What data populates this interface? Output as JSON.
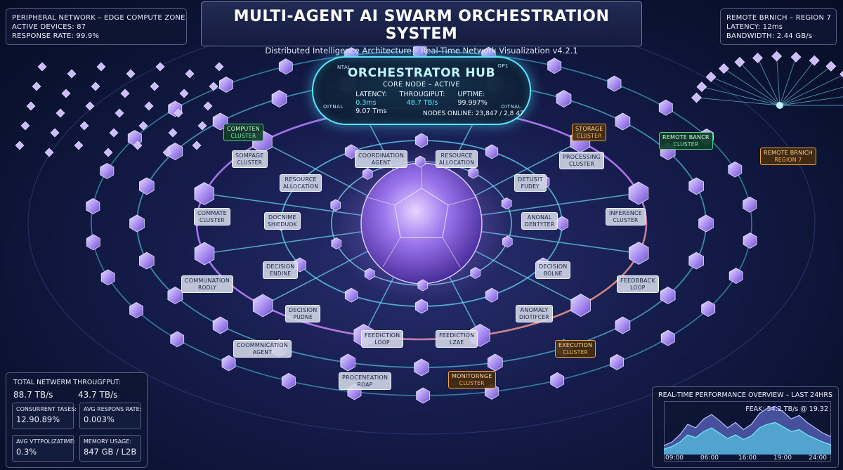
{
  "header": {
    "title": "MULTI-AGENT AI SWARM ORCHESTRATION SYSTEM",
    "subtitle": "Distributed Intelligence Architecture – Real-Time Network Visualization v4.2.1"
  },
  "peripheral": {
    "line1": "PERIPHERAL NETWORK – EDGE COMPUTE ZONE",
    "line2": "ACTIVE DEVICES: 87",
    "line3": "RESPONSE RATE: 99.9%"
  },
  "remote": {
    "line1": "REMOTE BRNICH – REGION 7",
    "line2": "LATENCY: 12ms",
    "line3": "BANDWIDTH: 2.44 GB/s"
  },
  "hub": {
    "title": "ORCHESTRATOR HUB",
    "subtitle": "CORE NODE – ACTIVE",
    "latency_label": "LATENCY:",
    "latency_value": "0.3ms",
    "latency_sub": "9.07 Tms",
    "throughput_label": "THROUGIPUT:",
    "throughput_value": "48.7 TB/s",
    "uptime_label": "UPTIME:",
    "uptime_value": "99.997%",
    "nodes_online": "NODES ONLINE: 23,847 / 2,8 47",
    "corner_tl": "NTAL",
    "corner_tr": "OP1",
    "corner_bl": "OITNAL",
    "corner_br": "OITNAL"
  },
  "labels": [
    {
      "id": "computen-cluster",
      "line1": "COMPUTEN",
      "line2": "CLUSTER",
      "style": "green"
    },
    {
      "id": "storage-cluster",
      "line1": "STORAGE",
      "line2": "CLUSTER",
      "style": "orange"
    },
    {
      "id": "remote-bancr-cluster",
      "line1": "REMOTE BANCR",
      "line2": "CLUSTER",
      "style": "green"
    },
    {
      "id": "remote-brnich-region",
      "line1": "REMOTE BRNICH",
      "line2": "REGION 7",
      "style": "orange"
    },
    {
      "id": "sompage-cluster",
      "line1": "SOMPAGE",
      "line2": "CLUSTER",
      "style": "grey"
    },
    {
      "id": "coordination-agent",
      "line1": "COORDINATION",
      "line2": "AGENT",
      "style": "grey"
    },
    {
      "id": "resource-allocation-top",
      "line1": "RESOURCE",
      "line2": "ALLOCATION",
      "style": "grey"
    },
    {
      "id": "processing-cluster",
      "line1": "PROCESSING",
      "line2": "CLUSTER",
      "style": "grey"
    },
    {
      "id": "resource-allocation-left",
      "line1": "RESOURCE",
      "line2": "ALLOCATION",
      "style": "grey"
    },
    {
      "id": "detusit-fudey",
      "line1": "DETUSIT",
      "line2": "FUDEY",
      "style": "grey"
    },
    {
      "id": "commate-cluster",
      "line1": "COMMATE",
      "line2": "CLUSTER",
      "style": "grey"
    },
    {
      "id": "docnime-shieduok",
      "line1": "DOCNIME",
      "line2": "SHIEDUOK",
      "style": "grey"
    },
    {
      "id": "anonal-dentyter",
      "line1": "ANONAL",
      "line2": "DENTYTER",
      "style": "grey"
    },
    {
      "id": "inference-cluster",
      "line1": "INFERENCE",
      "line2": "CLUSTER",
      "style": "grey"
    },
    {
      "id": "decision-endine",
      "line1": "DECISION",
      "line2": "ENDINE",
      "style": "grey"
    },
    {
      "id": "decision-bolne",
      "line1": "DECISION",
      "line2": "BOLNE",
      "style": "grey"
    },
    {
      "id": "communation-rodly",
      "line1": "COMMUNATION",
      "line2": "RODLY",
      "style": "grey"
    },
    {
      "id": "feedbback-loop",
      "line1": "FEEDBBACK",
      "line2": "LOOP",
      "style": "grey"
    },
    {
      "id": "decision-pudne",
      "line1": "DECISION",
      "line2": "PUDNE",
      "style": "grey"
    },
    {
      "id": "anomaly-diotifcer",
      "line1": "ANOMALY",
      "line2": "DIOTIFCER",
      "style": "grey"
    },
    {
      "id": "feediction-loop",
      "line1": "FEEDICTION",
      "line2": "LOOP",
      "style": "grey"
    },
    {
      "id": "feediction-lzae",
      "line1": "FEEDICTION",
      "line2": "LZAE",
      "style": "grey"
    },
    {
      "id": "coommnication-agent",
      "line1": "COOMMNICATION",
      "line2": "AGENT",
      "style": "grey"
    },
    {
      "id": "execution-cluster",
      "line1": "EXECUTION",
      "line2": "CLUSTER",
      "style": "orange"
    },
    {
      "id": "proceneation-roap",
      "line1": "PROCENEATION",
      "line2": "ROAP",
      "style": "grey"
    },
    {
      "id": "monitornge-cluster",
      "line1": "MONITORNGE",
      "line2": "CLUSTER",
      "style": "orange"
    }
  ],
  "throughput_panel": {
    "heading": "TOTAL NETWERM THROUGFPUT:",
    "value1": "88.7 TB/s",
    "value2": "43.7 TB/s",
    "boxes": [
      {
        "label": "CONSURRENT TASES:",
        "value": "12.90.89%"
      },
      {
        "label": "AVG RESPONS RATE:",
        "value": "0.003%"
      },
      {
        "label": "AVG VTTPOLIZATIME:",
        "value": "0.3%"
      },
      {
        "label": "MEMORY USAGE:",
        "value": "847 GB / L2B"
      }
    ]
  },
  "perf_panel": {
    "title": "REAL-TIME PERFORMANCE OVERVIEW – LAST 24HRS",
    "peak": "FEAK: 54.2.TB/s @ 19.32",
    "x_ticks": [
      "09:00",
      "06:00",
      "16:00",
      "19:00",
      "24:00"
    ]
  },
  "chart_data": {
    "type": "area",
    "title": "REAL-TIME PERFORMANCE OVERVIEW – LAST 24HRS",
    "categories": [
      "09:00",
      "06:00",
      "16:00",
      "19:00",
      "24:00"
    ],
    "series": [
      {
        "values": [
          10,
          14,
          22,
          34,
          30,
          40,
          45,
          38,
          30,
          36,
          28,
          34,
          46,
          52,
          54,
          48,
          40,
          44,
          36,
          30,
          24,
          20
        ]
      },
      {
        "values": [
          6,
          9,
          14,
          22,
          19,
          26,
          30,
          24,
          18,
          22,
          17,
          21,
          30,
          34,
          36,
          31,
          26,
          28,
          22,
          18,
          14,
          11
        ]
      }
    ],
    "ylim": [
      0,
      60
    ]
  },
  "colors": {
    "accent_cyan": "#52f0ff",
    "node_purple": "#a48cf0",
    "ring_purple": "#b070ff",
    "ring_orange": "#ff9a3a",
    "green_tag": "#4fd17e",
    "orange_tag": "#f0a83a"
  }
}
